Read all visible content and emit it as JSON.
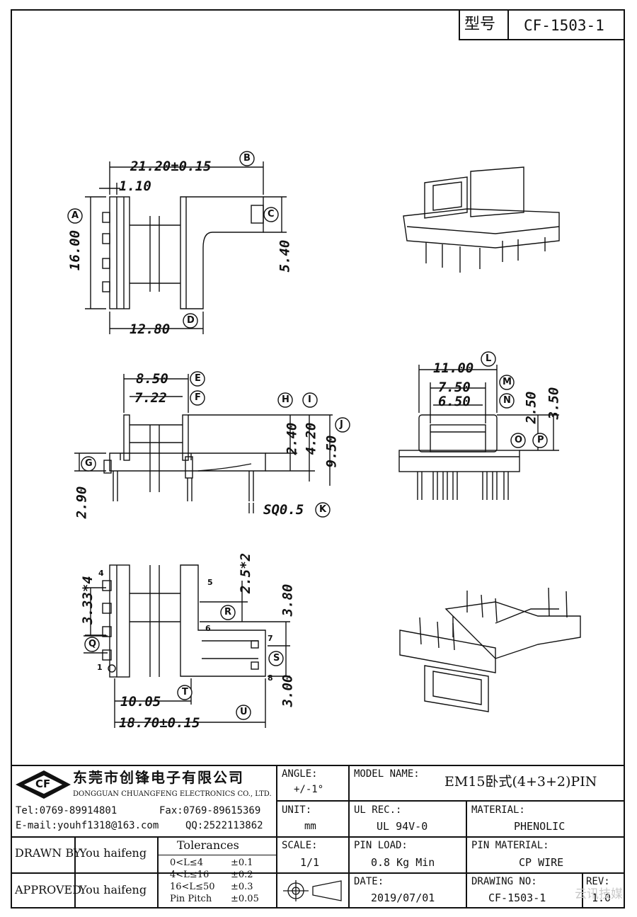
{
  "header": {
    "model_label": "型号",
    "model_code": "CF-1503-1"
  },
  "drawing": {
    "top_view": {
      "dim_21_20": "21.20±0.15",
      "dim_1_10": "1.10",
      "dim_16_00": "16.00",
      "dim_5_40": "5.40",
      "dim_12_80": "12.80",
      "tags": [
        "A",
        "B",
        "C",
        "D"
      ]
    },
    "side_view": {
      "dim_8_50": "8.50",
      "dim_7_22": "7.22",
      "dim_2_40": "2.40",
      "dim_4_20": "4.20",
      "dim_9_50": "9.50",
      "dim_2_90": "2.90",
      "dim_sq": "SQ0.5",
      "tags": [
        "E",
        "F",
        "G",
        "H",
        "I",
        "J",
        "K"
      ]
    },
    "front_view": {
      "dim_11_00": "11.00",
      "dim_7_50": "7.50",
      "dim_6_50": "6.50",
      "dim_2_50": "2.50",
      "dim_3_50": "3.50",
      "tags": [
        "L",
        "M",
        "N",
        "O",
        "P"
      ]
    },
    "bottom_view": {
      "dim_3_33x4": "3.33*4",
      "dim_2_5x2": "2.5*2",
      "dim_3_80": "3.80",
      "dim_3_00": "3.00",
      "dim_10_05": "10.05",
      "dim_18_70": "18.70±0.15",
      "pins": [
        "1",
        "4",
        "5",
        "6",
        "7",
        "8"
      ],
      "tags": [
        "Q",
        "R",
        "S",
        "T",
        "U"
      ]
    }
  },
  "title_block": {
    "company_logo": "CF",
    "company_name_cn": "东莞市创锋电子有限公司",
    "company_name_en": "DONGGUAN CHUANGFENG ELECTRONICS CO., LTD.",
    "tel": "Tel:0769-89914801",
    "fax": "Fax:0769-89615369",
    "email": "E-mail:youhf1318@163.com",
    "qq": "QQ:2522113862",
    "angle_label": "ANGLE:",
    "angle_value": "+/-1°",
    "unit_label": "UNIT:",
    "unit_value": "mm",
    "scale_label": "SCALE:",
    "scale_value": "1/1",
    "model_name_label": "MODEL NAME:",
    "model_name_value": "EM15卧式(4+3+2)PIN",
    "ul_label": "UL REC.:",
    "ul_value": "UL 94V-0",
    "material_label": "MATERIAL:",
    "material_value": "PHENOLIC",
    "pin_load_label": "PIN LOAD:",
    "pin_load_value": "0.8 Kg Min",
    "pin_material_label": "PIN MATERIAL:",
    "pin_material_value": "CP WIRE",
    "date_label": "DATE:",
    "date_value": "2019/07/01",
    "drawing_no_label": "DRAWING NO:",
    "drawing_no_value": "CF-1503-1",
    "rev_label": "REV:",
    "rev_value": "1.0",
    "drawn_by_label": "DRAWN BY",
    "drawn_by_value": "You haifeng",
    "approved_label": "APPROVED",
    "approved_value": "You haifeng",
    "tolerances_title": "Tolerances",
    "tolerances": [
      {
        "range": "0<L≤4",
        "value": "±0.1"
      },
      {
        "range": "4<L≤16",
        "value": "±0.2"
      },
      {
        "range": "16<L≤50",
        "value": "±0.3"
      },
      {
        "range": "Pin Pitch",
        "value": "±0.05"
      }
    ]
  },
  "watermark": "云讯技媒"
}
